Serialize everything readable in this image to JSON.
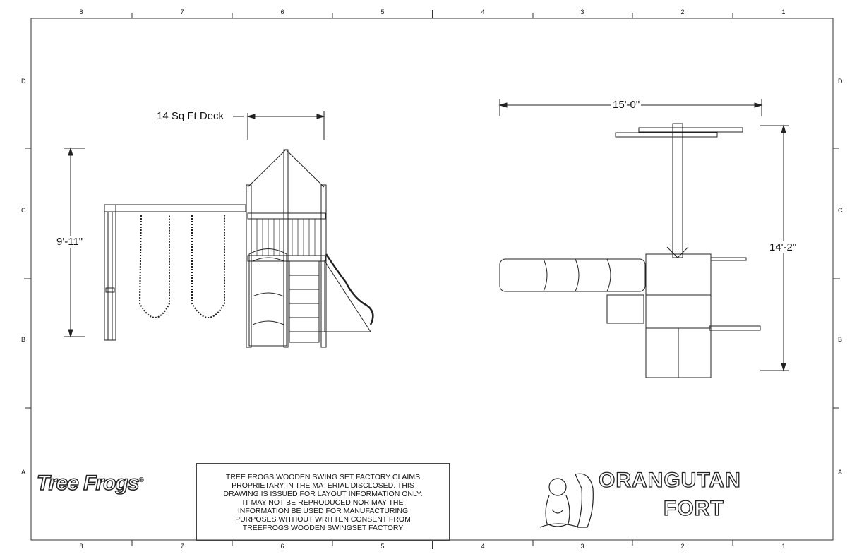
{
  "border": {
    "columns": [
      "8",
      "7",
      "6",
      "5",
      "4",
      "3",
      "2",
      "1"
    ],
    "rows": [
      "D",
      "C",
      "B",
      "A"
    ]
  },
  "side_view": {
    "deck_label": "14 Sq Ft Deck",
    "height_dimension": "9'-11\""
  },
  "top_view": {
    "width_dimension": "15'-0\"",
    "depth_dimension": "14'-2\""
  },
  "title_block": {
    "brand_logo": "Tree Frogs",
    "registered_mark": "®",
    "disclaimer_lines": [
      "TREE FROGS WOODEN SWING SET FACTORY CLAIMS",
      "PROPRIETARY IN THE MATERIAL DISCLOSED. THIS",
      "DRAWING IS ISSUED FOR LAYOUT INFORMATION ONLY.",
      "IT MAY NOT BE REPRODUCED NOR MAY THE",
      "INFORMATION BE USED FOR MANUFACTURING",
      "PURPOSES WITHOUT WRITTEN CONSENT FROM",
      "TREEFROGS WOODEN SWINGSET FACTORY"
    ],
    "product_logo_line1": "ORANGUTAN",
    "product_logo_line2": "FORT"
  }
}
